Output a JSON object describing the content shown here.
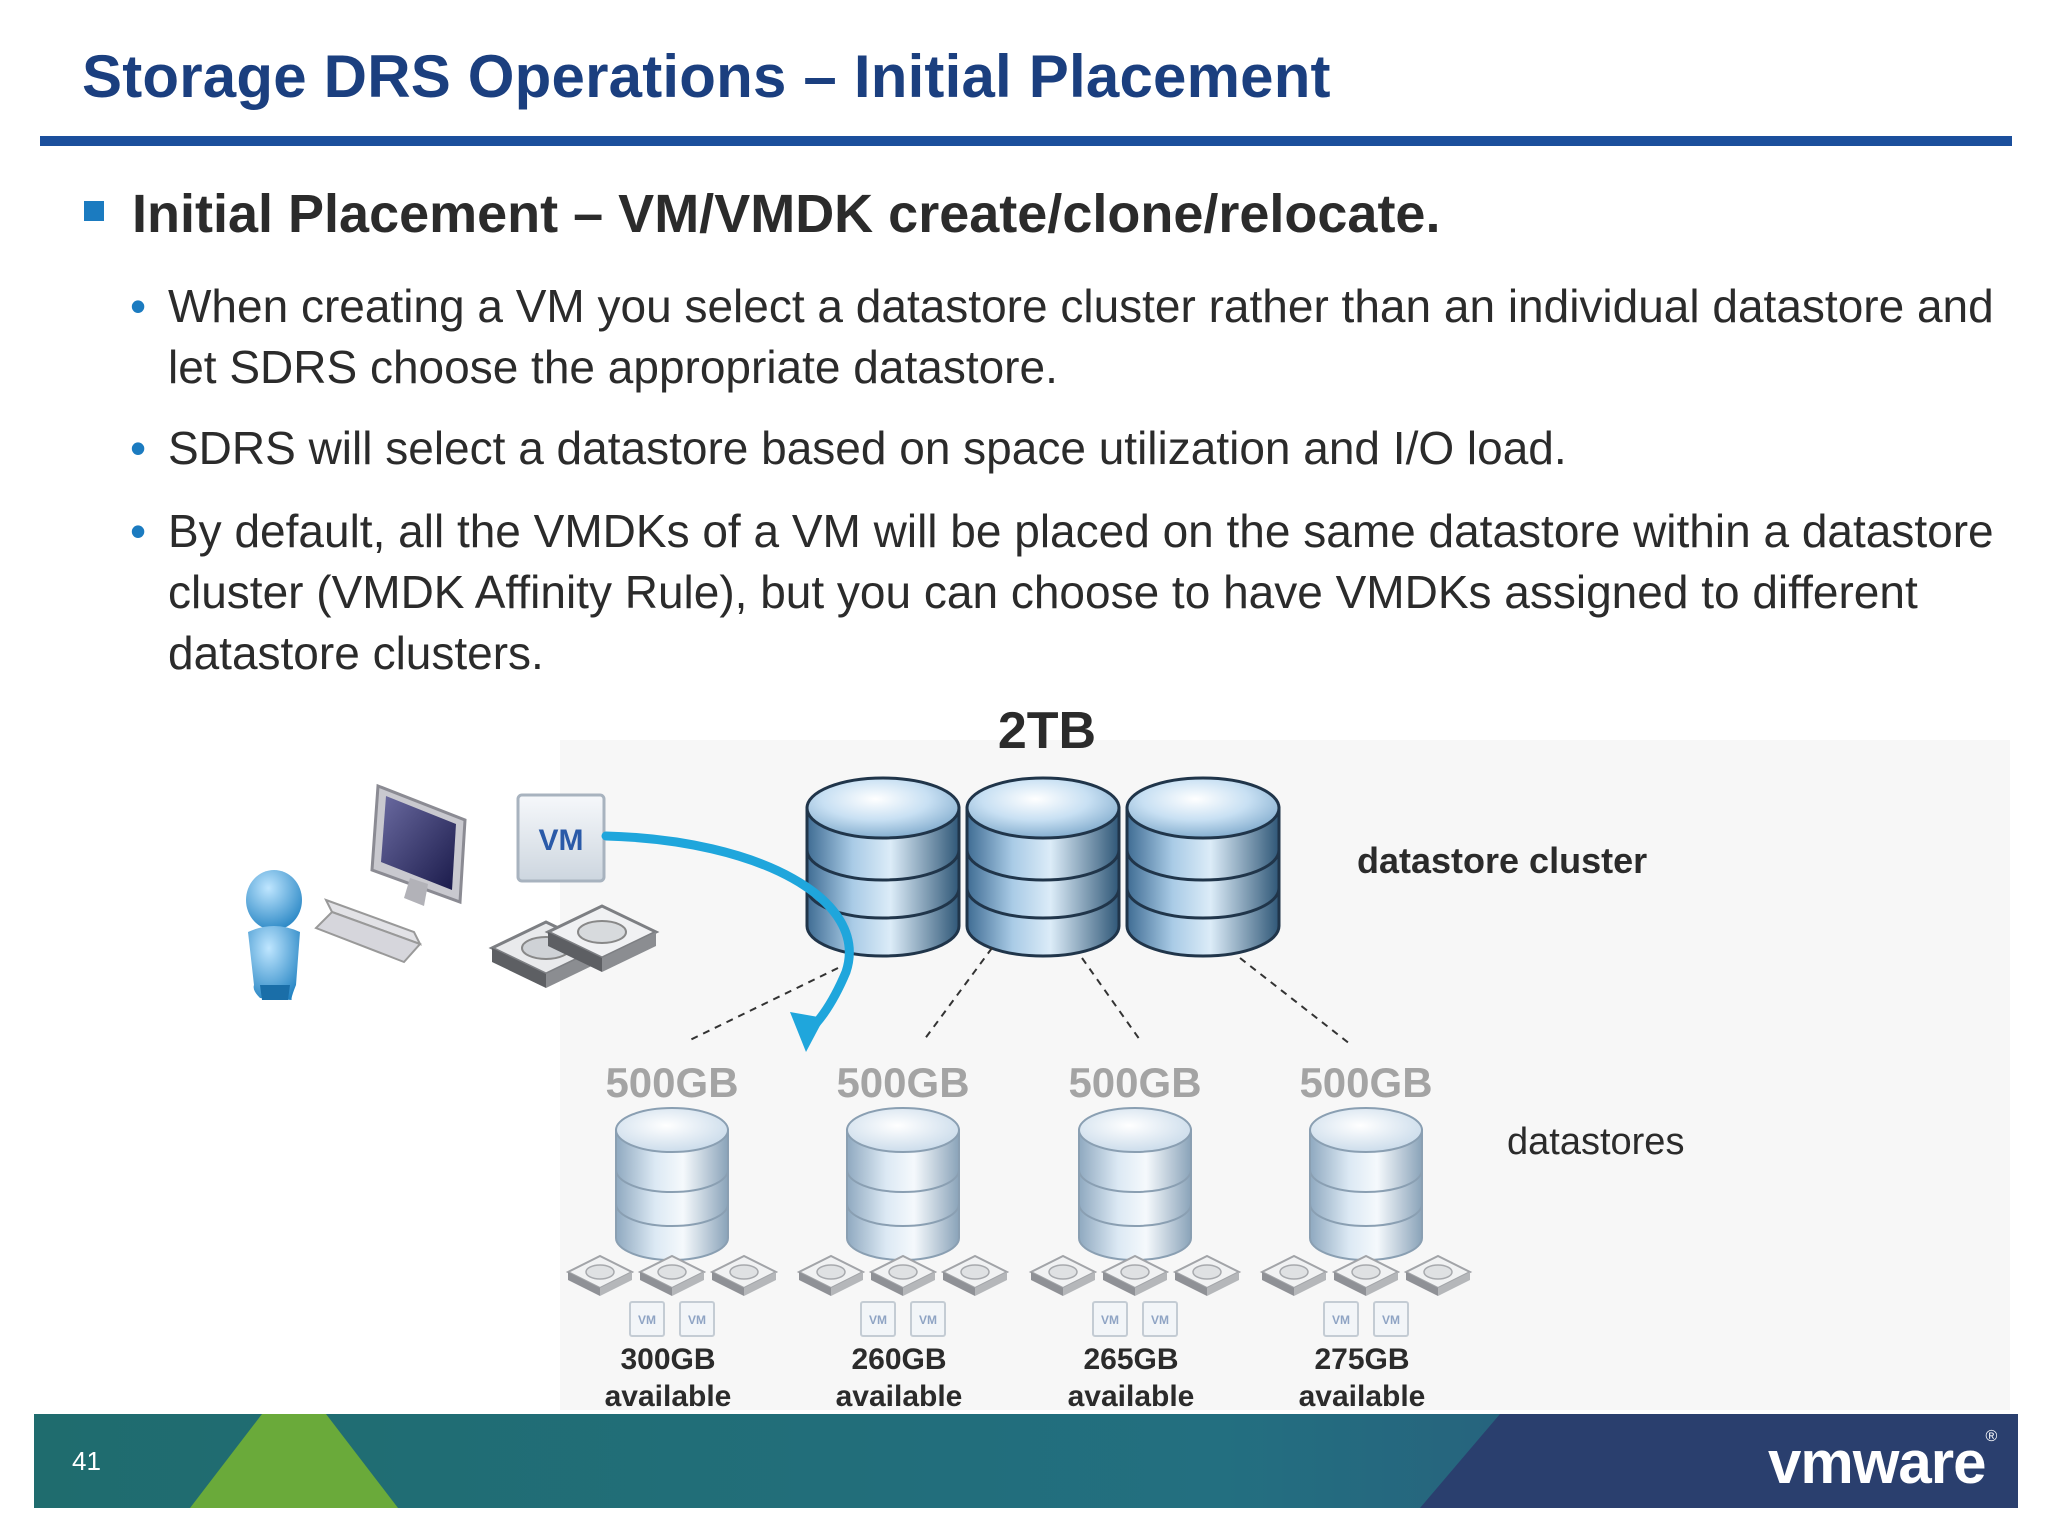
{
  "title": "Storage DRS Operations – Initial Placement",
  "heading": "Initial Placement – VM/VMDK create/clone/relocate.",
  "bullets": [
    "When creating a VM you select a datastore cluster rather than an individual datastore and let SDRS choose the appropriate datastore.",
    "SDRS will select a datastore based on space utilization and I/O load.",
    "By default, all the VMDKs of a VM will be placed on the same datastore within a datastore cluster (VMDK Affinity Rule), but you can choose to have VMDKs assigned to different datastore clusters."
  ],
  "diagram": {
    "cluster_capacity": "2TB",
    "cluster_label": "datastore cluster",
    "datastores_label": "datastores",
    "vm_label": "VM",
    "small_vm_label": "VM",
    "datastores": [
      {
        "capacity": "500GB",
        "available_amount": "300GB",
        "available_word": "available"
      },
      {
        "capacity": "500GB",
        "available_amount": "260GB",
        "available_word": "available"
      },
      {
        "capacity": "500GB",
        "available_amount": "265GB",
        "available_word": "available"
      },
      {
        "capacity": "500GB",
        "available_amount": "275GB",
        "available_word": "available"
      }
    ]
  },
  "footer": {
    "slide_number": "41",
    "logo_text": "vmware",
    "logo_mark": "®"
  },
  "colors": {
    "title": "#1b3f7f",
    "rule": "#1b4f9c",
    "bullet": "#1b7bc0",
    "arrow": "#1fa6dc",
    "footer_green": "#6aaa3a",
    "footer_teal": "#216a78",
    "footer_navy": "#2a3f6e"
  }
}
